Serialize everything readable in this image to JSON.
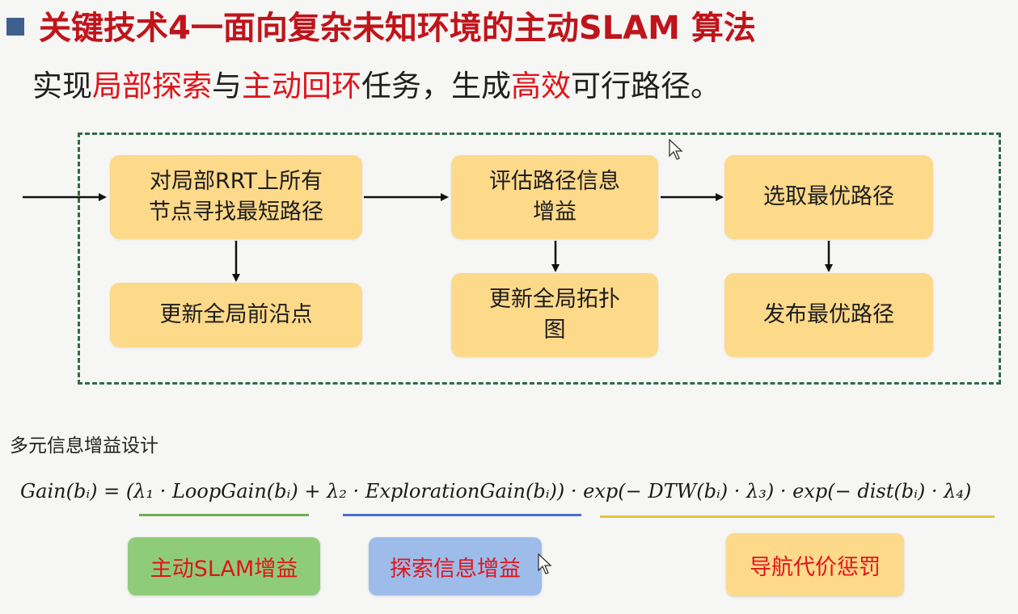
{
  "header": {
    "title": "关键技术4一面向复杂未知环境的主动SLAM 算法",
    "subtitle_parts": [
      {
        "text": "实现",
        "red": false
      },
      {
        "text": "局部探索",
        "red": true
      },
      {
        "text": "与",
        "red": false
      },
      {
        "text": "主动回环",
        "red": true
      },
      {
        "text": "任务，生成",
        "red": false
      },
      {
        "text": "高效",
        "red": true
      },
      {
        "text": "可行路径。",
        "red": false
      }
    ]
  },
  "flow": {
    "node1": "对局部RRT上所有\n节点寻找最短路径",
    "node2": "更新全局前沿点",
    "node3": "评估路径信息\n增益",
    "node4": "更新全局拓扑\n图",
    "node5": "选取最优路径",
    "node6": "发布最优路径"
  },
  "gain": {
    "section_label": "多元信息增益设计",
    "formula": "Gain(bᵢ) = (λ₁ · LoopGain(bᵢ) + λ₂ · ExplorationGain(bᵢ)) · exp(− DTW(bᵢ) · λ₃) · exp(− dist(bᵢ) · λ₄)",
    "tags": {
      "slam": "主动SLAM增益",
      "explore": "探索信息增益",
      "nav": "导航代价惩罚"
    }
  },
  "colors": {
    "title_red": "#c0141b",
    "box_fill": "#fdd98a",
    "dashed_border": "#2f6b4a",
    "green_tag": "#8fcc7a",
    "blue_tag": "#9dbcea",
    "orange_tag": "#fdd98a",
    "green_line": "#6fb04f",
    "blue_line": "#4a6fc8",
    "yellow_line": "#e8c23a"
  }
}
